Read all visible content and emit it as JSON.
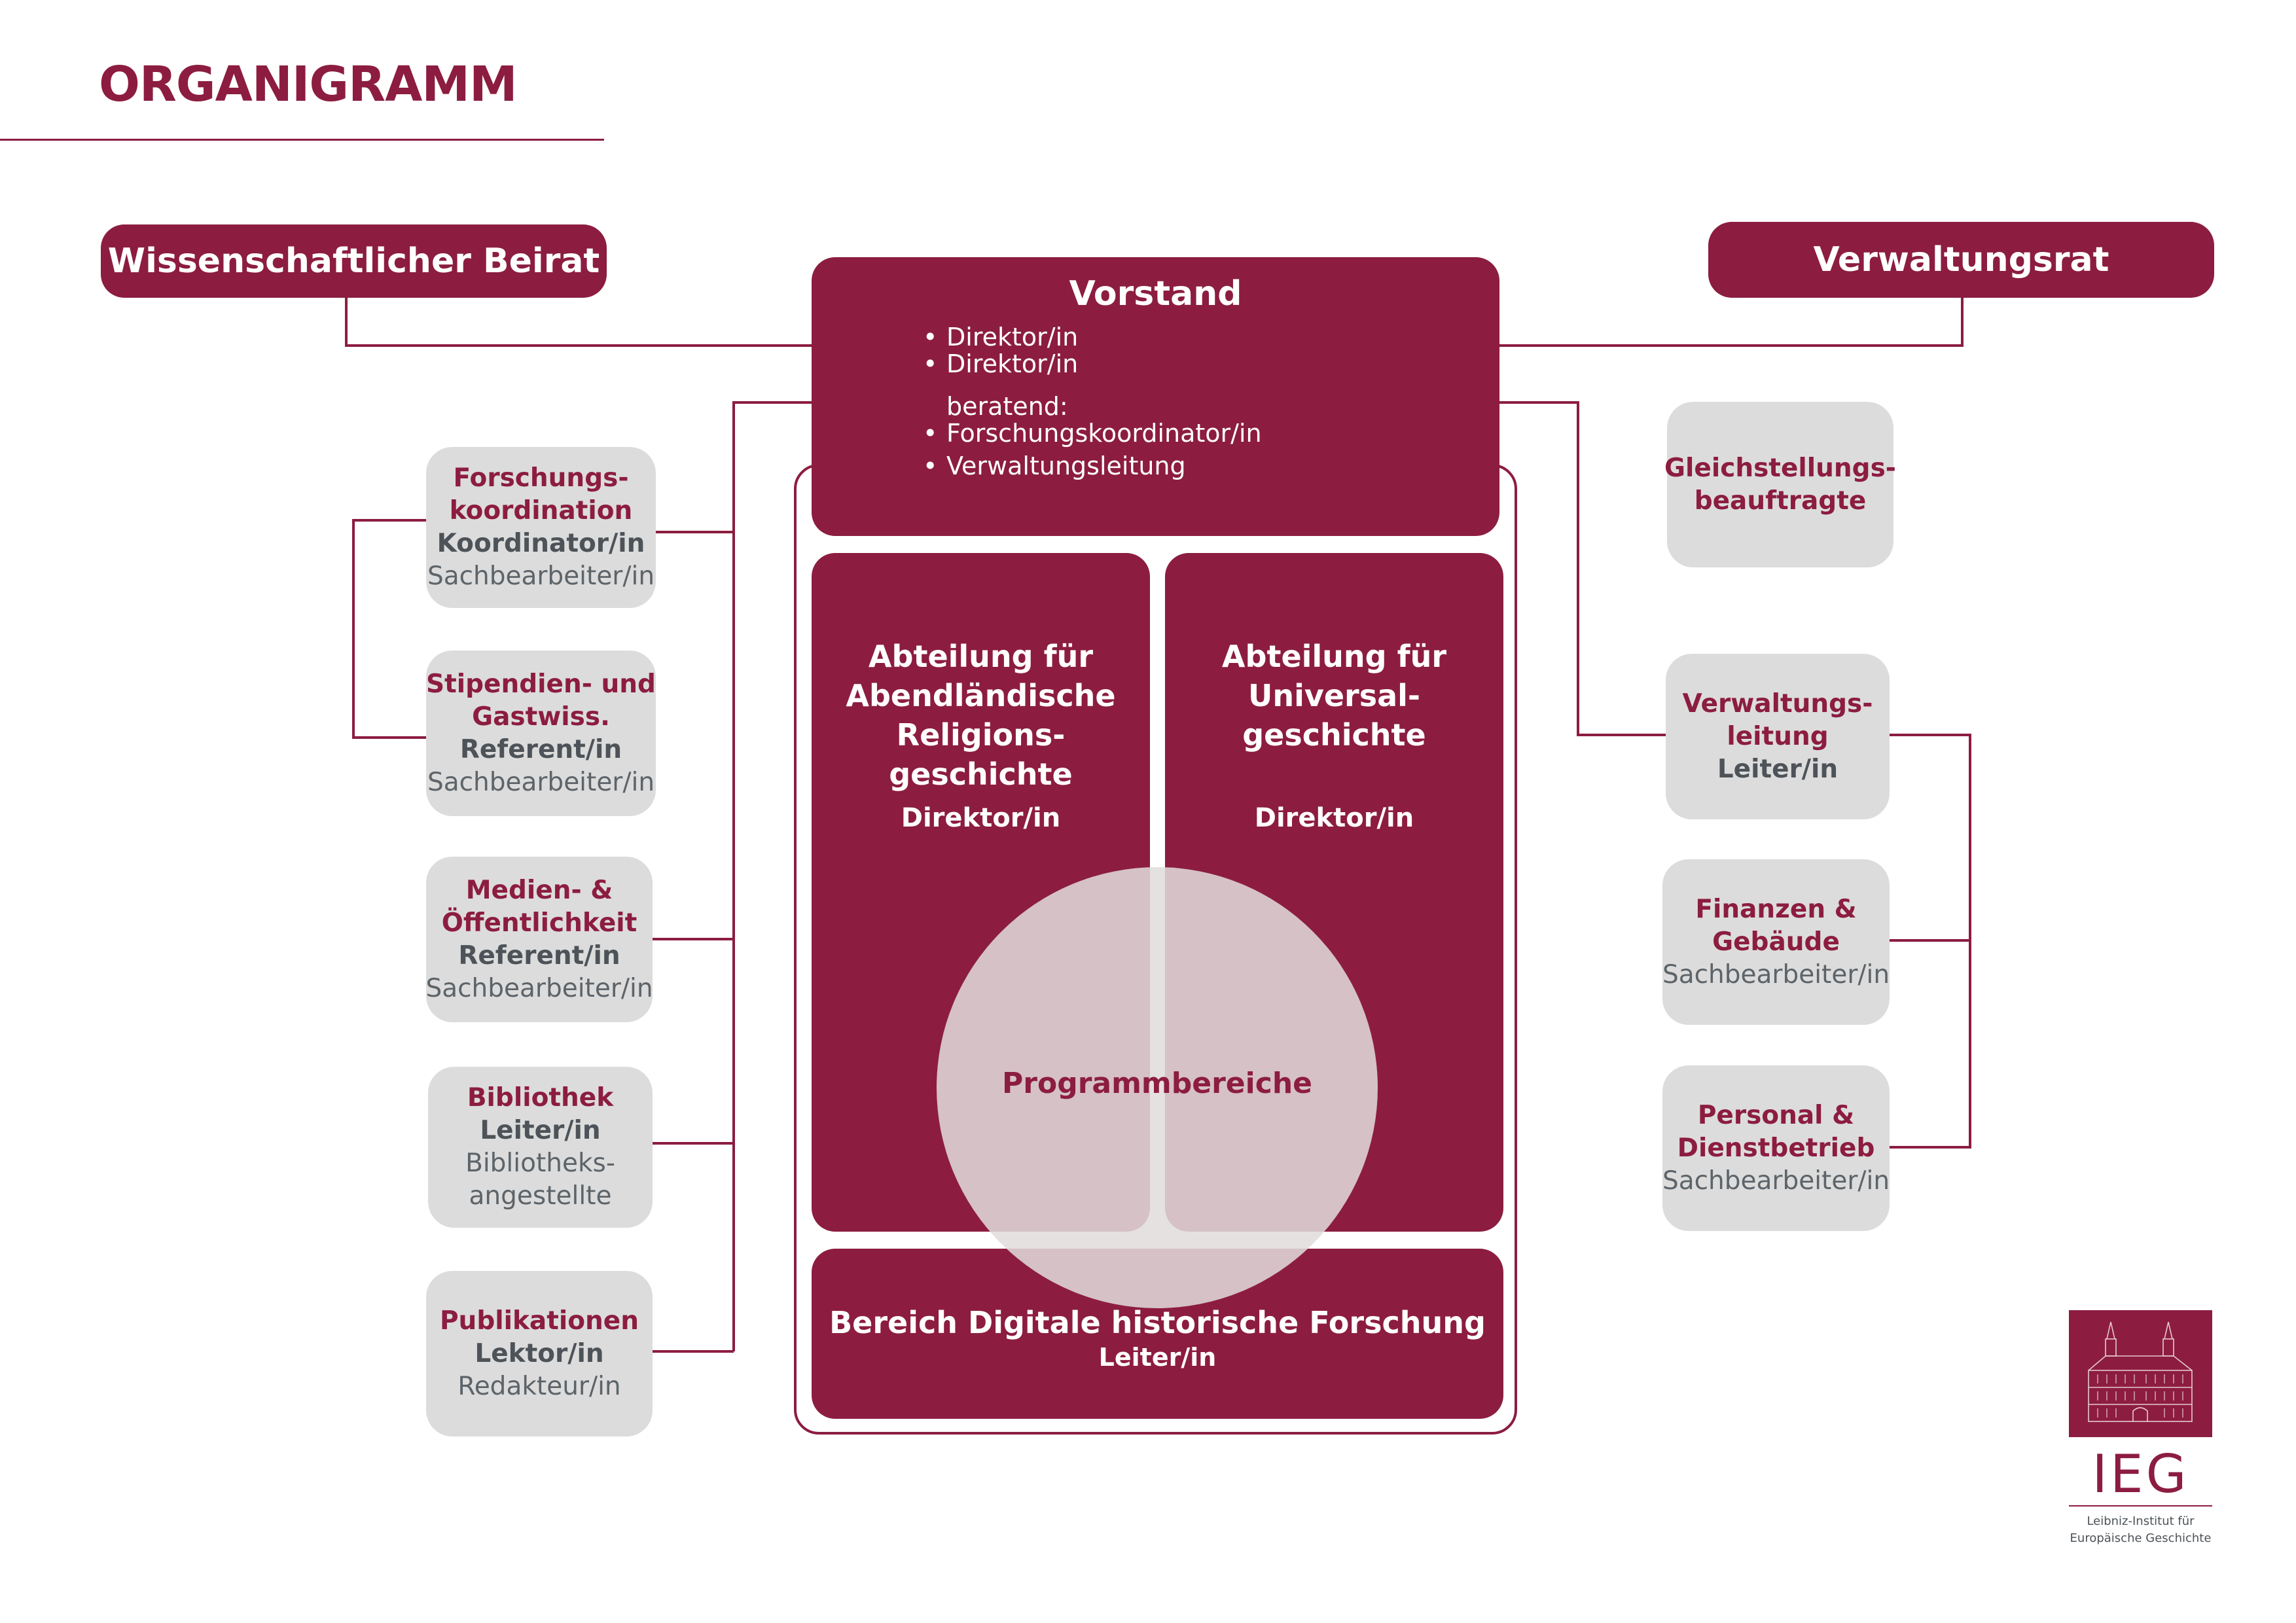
{
  "title": "ORGANIGRAMM",
  "beirat": "Wissenschaftlicher Beirat",
  "verwaltungsrat": "Verwaltungsrat",
  "vorstand": {
    "title": "Vorstand",
    "members": [
      "Direktor/in",
      "Direktor/in"
    ],
    "advisory_label": "beratend:",
    "advisory": [
      "Forschungskoordinator/in",
      "Verwaltungsleitung"
    ]
  },
  "departments": [
    {
      "title_lines": [
        "Abteilung für",
        "Abendländische",
        "Religions-",
        "geschichte"
      ],
      "lead": "Direktor/in"
    },
    {
      "title_lines": [
        "Abteilung für",
        "Universal-",
        "geschichte"
      ],
      "lead": "Direktor/in"
    }
  ],
  "programm": "Programmbereiche",
  "digital": {
    "title": "Bereich Digitale historische Forschung",
    "lead": "Leiter/in"
  },
  "left_units": [
    {
      "title": [
        "Forschungs-",
        "koordination"
      ],
      "lead": "Koordinator/in",
      "staff": [
        "Sachbearbeiter/in"
      ]
    },
    {
      "title": [
        "Stipendien- und",
        "Gastwiss."
      ],
      "lead": "Referent/in",
      "staff": [
        "Sachbearbeiter/in"
      ]
    },
    {
      "title": [
        "Medien- &",
        "Öffentlichkeit"
      ],
      "lead": "Referent/in",
      "staff": [
        "Sachbearbeiter/in"
      ]
    },
    {
      "title": [
        "Bibliothek"
      ],
      "lead": "Leiter/in",
      "staff": [
        "Bibliotheks-",
        "angestellte"
      ]
    },
    {
      "title": [
        "Publikationen"
      ],
      "lead": "Lektor/in",
      "staff": [
        "Redakteur/in"
      ]
    }
  ],
  "right_units": [
    {
      "title": [
        "Gleichstellungs-",
        "beauftragte"
      ],
      "lead": "",
      "staff": []
    },
    {
      "title": [
        "Verwaltungs-",
        "leitung"
      ],
      "lead": "Leiter/in",
      "staff": []
    },
    {
      "title": [
        "Finanzen &",
        "Gebäude"
      ],
      "lead": "",
      "staff": [
        "Sachbearbeiter/in"
      ]
    },
    {
      "title": [
        "Personal &",
        "Dienstbetrieb"
      ],
      "lead": "",
      "staff": [
        "Sachbearbeiter/in"
      ]
    }
  ],
  "logo": {
    "letters": "IEG",
    "subtitle": [
      "Leibniz-Institut für",
      "Europäische Geschichte"
    ]
  },
  "colors": {
    "brand": "#8c1d40",
    "box_grey": "#dcdcdc",
    "text_grey": "#5d6469"
  }
}
